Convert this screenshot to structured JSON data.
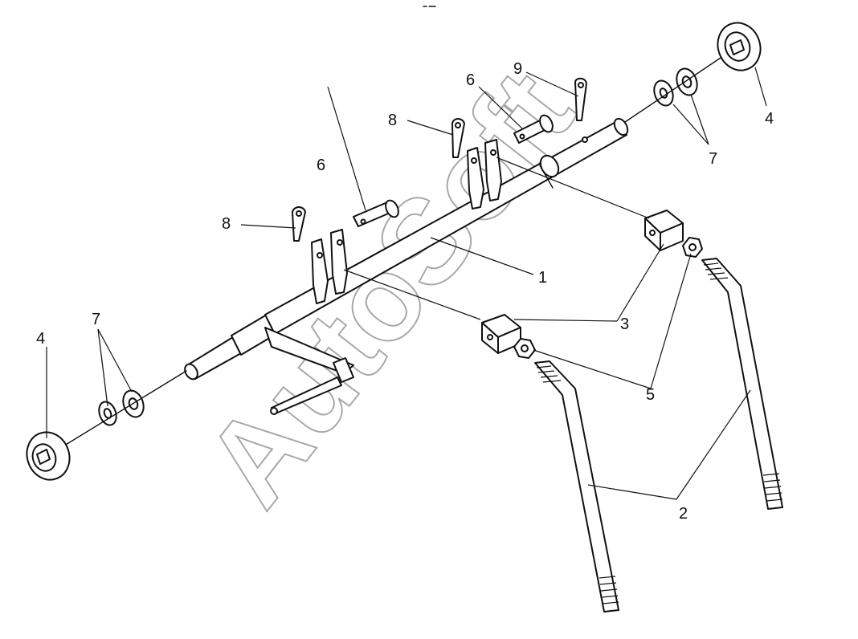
{
  "callouts": {
    "c1": "1",
    "c2": "2",
    "c3": "3",
    "c4_left": "4",
    "c4_right": "4",
    "c5": "5",
    "c6_left": "6",
    "c6_right": "6",
    "c7_left": "7",
    "c7_right": "7",
    "c8_left": "8",
    "c8_right": "8",
    "c9": "9"
  },
  "watermark": "AutoSoft",
  "colors": {
    "line": "#111111",
    "watermark": "#9a9a9a",
    "background": "#ffffff"
  }
}
